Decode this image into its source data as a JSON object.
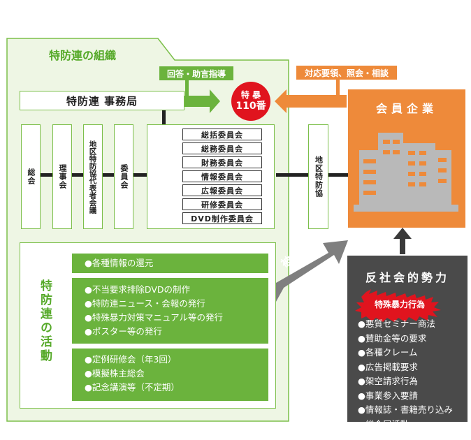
{
  "org": {
    "title": "特防連の組織",
    "office": "特防連 事務局",
    "reply_tag": "回答・助言指導",
    "sokai": "総会",
    "rijikai": "理事会",
    "chiku_rep": "地区特防協代表者会議",
    "iinkai": "委員会",
    "committees": [
      "総括委員会",
      "総務委員会",
      "財務委員会",
      "情報委員会",
      "広報委員会",
      "研修委員会",
      "DVD制作委員会"
    ],
    "chiku_tokubo": "地区特防協"
  },
  "hotline": {
    "line1": "特 暴",
    "line2": "110番"
  },
  "member": {
    "title": "会員企業",
    "consult_tag": "対応要領、照会・相談"
  },
  "activities": {
    "title": "特防連の活動",
    "group1": [
      "●各種情報の還元"
    ],
    "group2": [
      "●不当要求排除DVDの制作",
      "●特防連ニュース・会報の発行",
      "●特殊暴力対策マニュアル等の発行",
      "●ポスター等の発行"
    ],
    "group3": [
      "●定例研修会（年3回）",
      "●模擬株主総会",
      "●記念講演等（不定期）"
    ]
  },
  "protect_label": "被害防止",
  "antisocial": {
    "title": "反社会的勢力",
    "badge": "特殊暴力行為",
    "items": [
      "●悪質セミナー商法",
      "●賛助金等の要求",
      "●各種クレーム",
      "●広告掲載要求",
      "●架空請求行為",
      "●事業参入要請",
      "●情報誌・書籍売り込み",
      "●総会屋活動"
    ]
  },
  "colors": {
    "green": "#6bb33d",
    "light_green": "#eef6e4",
    "orange": "#ee8a3a",
    "dark": "#4a4a4a",
    "red": "#e0141e"
  }
}
